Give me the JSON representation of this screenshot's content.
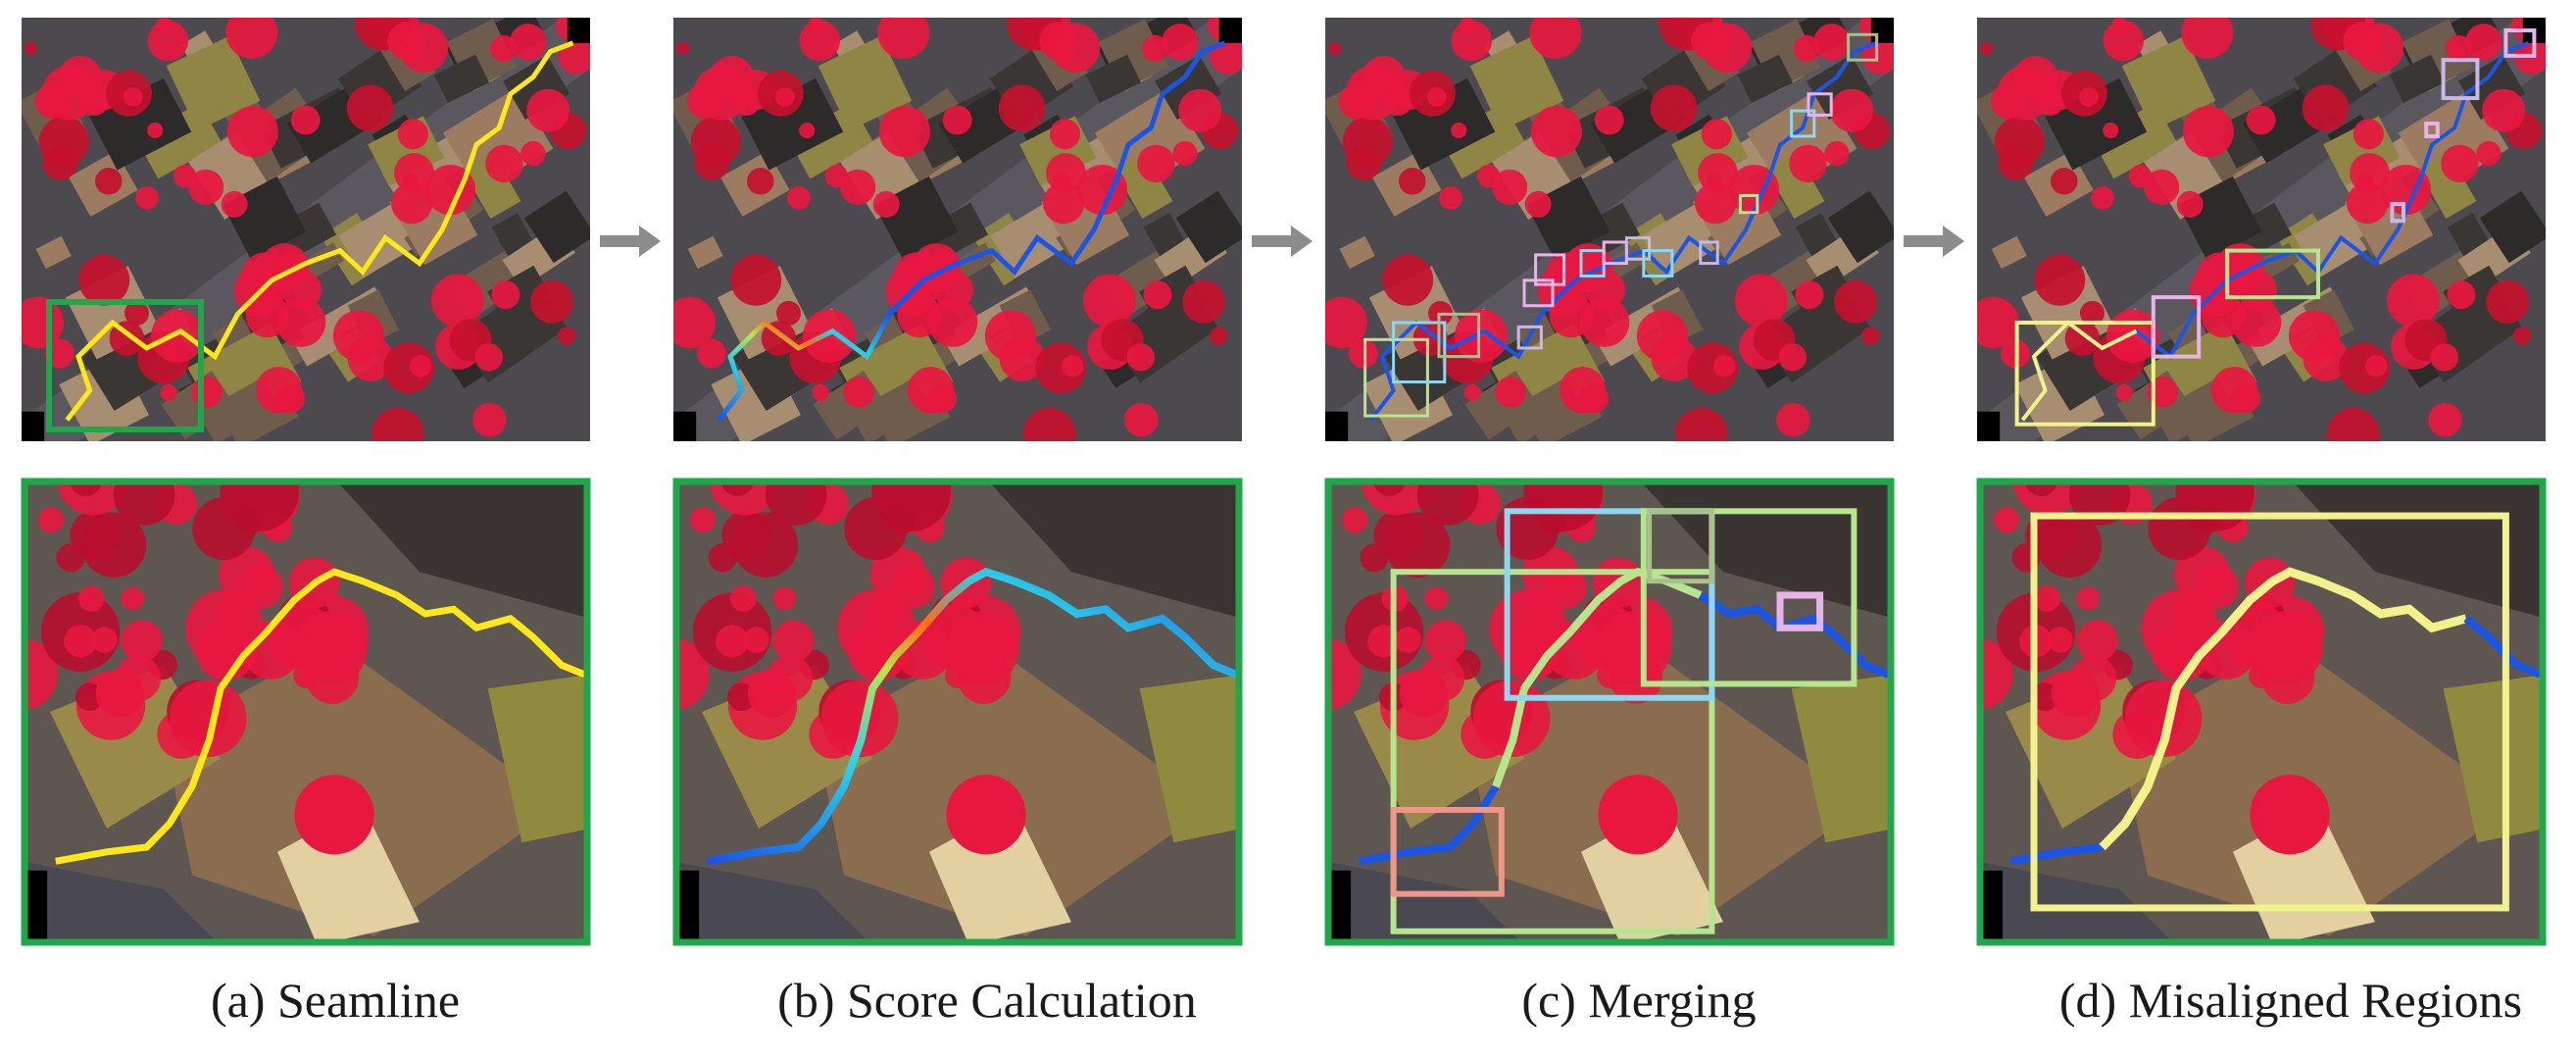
{
  "panels": [
    {
      "id": "a",
      "caption": "(a) Seamline"
    },
    {
      "id": "b",
      "caption": "(b) Score Calculation"
    },
    {
      "id": "c",
      "caption": "(c) Merging"
    },
    {
      "id": "d",
      "caption": "(d) Misaligned Regions"
    }
  ],
  "colors": {
    "vegetation": "#e8173f",
    "roof_dark": "#3a3634",
    "roof_tan": "#9c7c60",
    "roof_olive": "#8f8646",
    "road": "#4d4a4f",
    "seamline_yellow": "#ffe81a",
    "seamline_blue": "#1a55e6",
    "zoom_frame": "#1fa84a",
    "arrow": "#8c8c8c",
    "box_green": "#b6e68c",
    "box_cyan": "#8cd8f2",
    "box_salmon": "#f09688",
    "box_pink": "#e8b4e8",
    "box_yellow": "#f2f28c",
    "box_olive": "#a8c08c",
    "box_lavender": "#c8b8e8"
  }
}
